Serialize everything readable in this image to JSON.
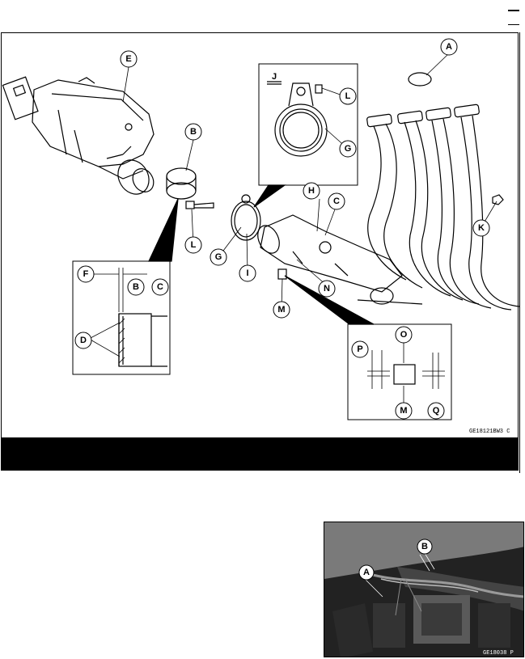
{
  "diagram": {
    "code": "GE18121BW3 C",
    "labels": {
      "A": "A",
      "B": "B",
      "C": "C",
      "D": "D",
      "E": "E",
      "F": "F",
      "G": "G",
      "H": "H",
      "I": "I",
      "J": "J",
      "K": "K",
      "L": "L",
      "M": "M",
      "N": "N",
      "O": "O",
      "P": "P",
      "Q": "Q"
    }
  },
  "photo": {
    "code": "GE18038 P",
    "labels": {
      "A": "A",
      "B": "B"
    }
  },
  "colors": {
    "line": "#000000",
    "caption_bar": "#000000",
    "photo_bg": "#1a1a1a"
  }
}
